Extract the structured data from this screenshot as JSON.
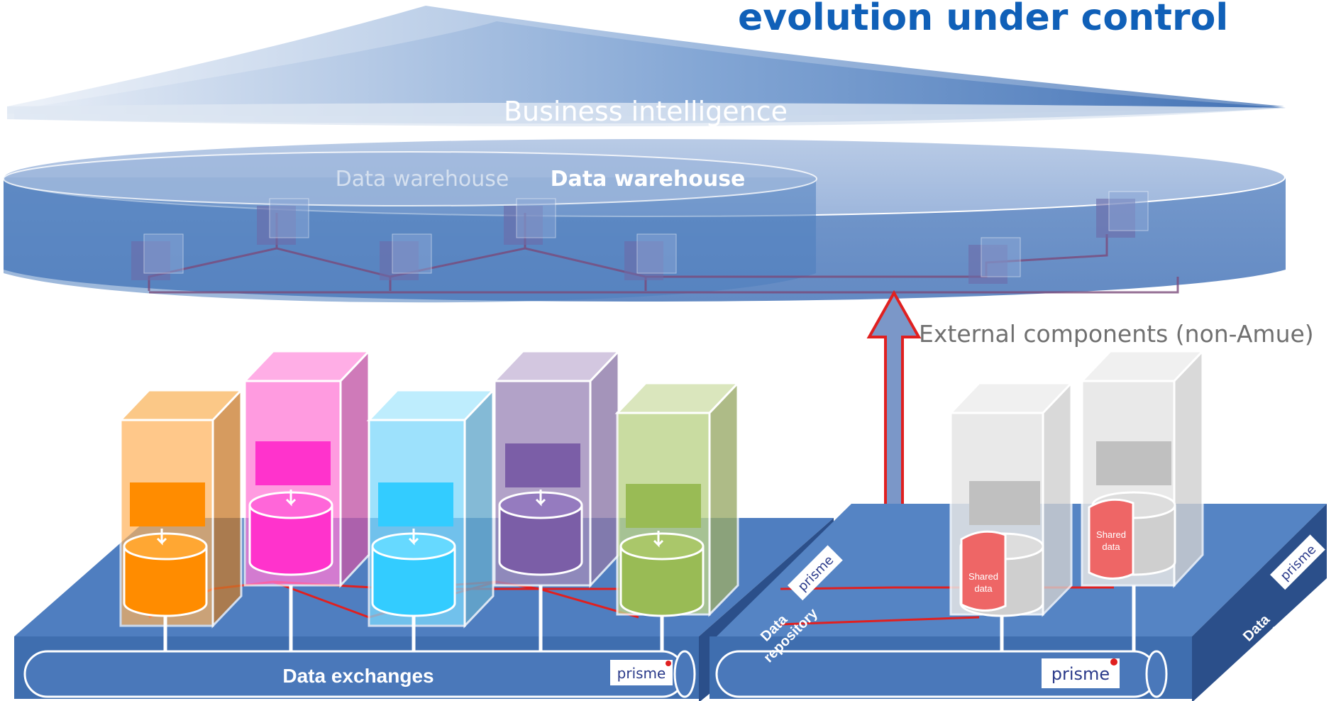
{
  "header": {
    "title_line1": "evolution under control"
  },
  "bi_layer": {
    "label": "Business intelligence"
  },
  "warehouse": {
    "label_faded": "Data warehouse",
    "label": "Data warehouse"
  },
  "external": {
    "label": "External components (non-Amue)"
  },
  "bus": {
    "left_label": "Data exchanges",
    "logo_text": "prisme"
  },
  "repository": {
    "label_line1": "Data",
    "label_line2": "repository",
    "logo_text": "prisme"
  },
  "shared": {
    "label_line1": "Shared",
    "label_line2": "data"
  },
  "colors": {
    "title": "#1060b8",
    "base": "#4f7ec0",
    "base_dark": "#2b4f8a",
    "link": "#e02020",
    "app_orange": "#ff8c00",
    "app_pink": "#ff33cc",
    "app_cyan": "#33ccff",
    "app_purple": "#7b5ea7",
    "app_green": "#99bb55",
    "ext_grey": "#c8c8c8",
    "shared_red": "#ee6666"
  }
}
